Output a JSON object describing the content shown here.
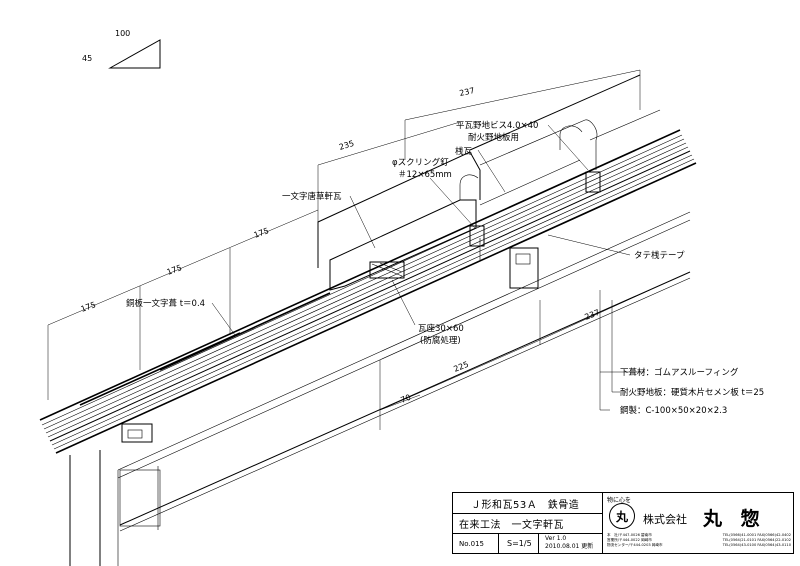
{
  "slope_indicator": {
    "run": "100",
    "rise": "45"
  },
  "dimensions": {
    "top_span": "237",
    "upper_span": "235",
    "span_a": "175",
    "span_b": "175",
    "span_c": "175",
    "right_span": "237",
    "lower_span": "225",
    "depth": "70"
  },
  "labels": {
    "screw_line1": "平瓦野地ビス4.0×40",
    "screw_line2": "耐火野地板用",
    "batten": "桟瓦",
    "ring_nail_line1": "φスクリング釘",
    "ring_nail_line2": "＃12×65mm",
    "eave_tile": "一文字唐草軒瓦",
    "tate_tape": "タテ桟テープ",
    "copper_sheet": "銅板一文字葺 t＝0.4",
    "kawara_line1": "瓦座30×60",
    "kawara_line2": "(防腐処理)",
    "underlay": "下葺材：ゴムアスルーフィング",
    "fire_board": "耐火野地板：硬質木片セメン板 t＝25",
    "steel": "鋼製：C-100×50×20×2.3"
  },
  "title_block": {
    "title": "Ｊ形和瓦53Ａ　鉄骨造",
    "method": "在来工法　一文字軒瓦",
    "number": "No.015",
    "scale": "S=1/5",
    "version": "Ver 1.0",
    "date": "2010.08.01 更新",
    "slogan": "物に心を",
    "seal": "丸",
    "company": "株式会社",
    "brand": "丸 惣",
    "address_rows": [
      [
        "本　社/〒447-0026 碧南市",
        "TEL(0566)41-0001 FAX(0566)42-0402"
      ],
      [
        "営業所/〒444-0022 岡崎市",
        "TEL(0564)21-0101 FAX(0564)22-0102"
      ],
      [
        "物流センター/〒444-0203 岡崎市",
        "TEL(0564)43-0100 FAX(0564)43-0110"
      ]
    ]
  }
}
